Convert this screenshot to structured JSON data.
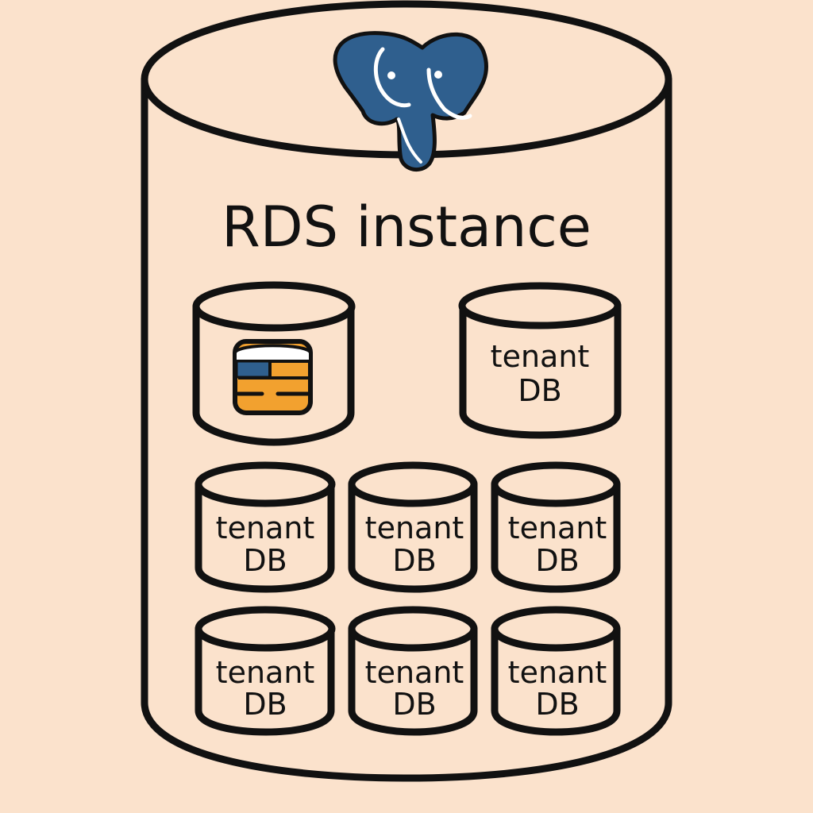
{
  "diagram": {
    "title": "RDS instance",
    "tenant_label_line1": "tenant",
    "tenant_label_line2": "DB",
    "logo": {
      "icon": "postgresql-elephant-icon",
      "color": "#2f5f8e"
    },
    "catalog_icon": {
      "icon": "database-icon",
      "colors": [
        "#2f5f8e",
        "#f2a12f",
        "#ffffff"
      ]
    },
    "colors": {
      "background": "#fbe2cc",
      "stroke": "#111111",
      "text": "#111111"
    }
  }
}
